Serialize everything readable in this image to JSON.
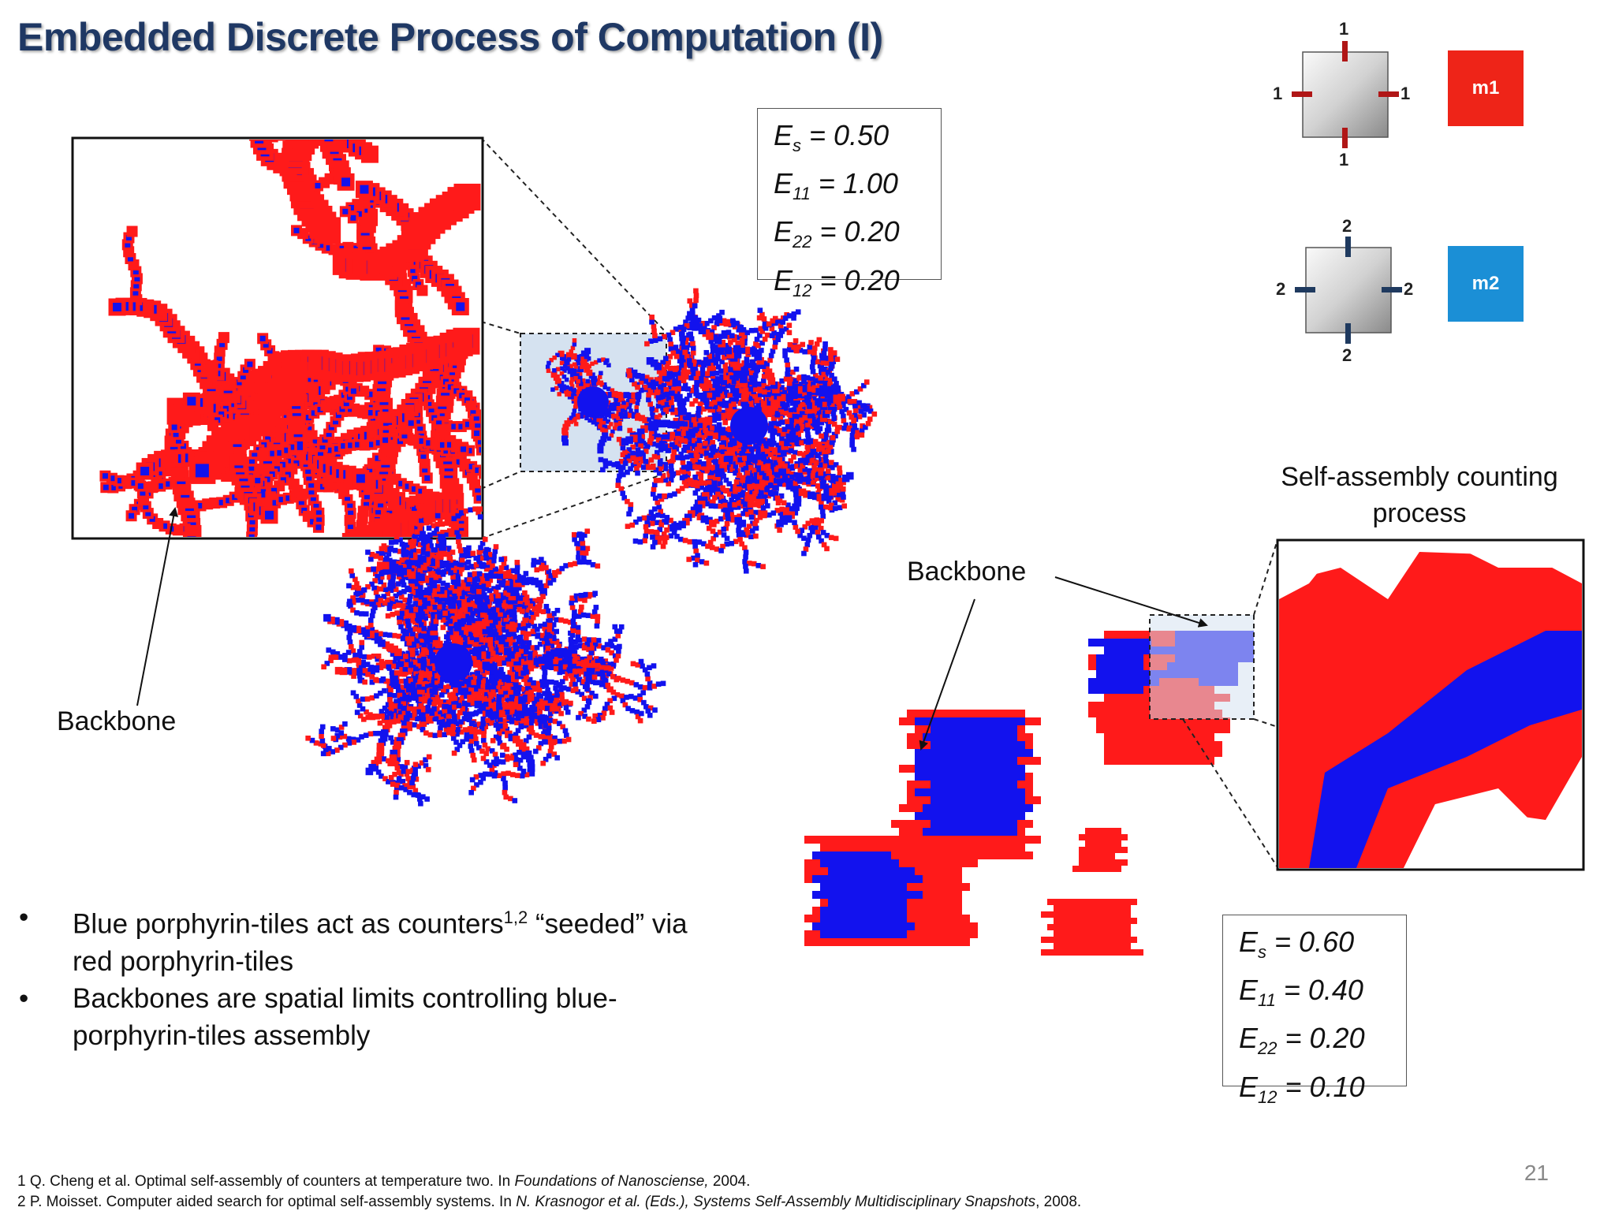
{
  "title": "Embedded Discrete Process of Computation (I)",
  "energy_box_1": {
    "lines": [
      {
        "sym": "E",
        "sub": "s",
        "val": " = 0.50"
      },
      {
        "sym": "E",
        "sub": "11",
        "val": " = 1.00"
      },
      {
        "sym": "E",
        "sub": "22",
        "val": " = 0.20"
      },
      {
        "sym": "E",
        "sub": "12",
        "val": " = 0.20"
      }
    ]
  },
  "energy_box_2": {
    "lines": [
      {
        "sym": "E",
        "sub": "s",
        "val": " = 0.60"
      },
      {
        "sym": "E",
        "sub": "11",
        "val": " = 0.40"
      },
      {
        "sym": "E",
        "sub": "22",
        "val": " = 0.20"
      },
      {
        "sym": "E",
        "sub": "12",
        "val": " = 0.10"
      }
    ]
  },
  "tile_m1": {
    "glue": "1",
    "label": "m1",
    "color": "#ee2418",
    "glue_color": "#b01616"
  },
  "tile_m2": {
    "glue": "2",
    "label": "m2",
    "color": "#1b8fd6",
    "glue_color": "#1f3a5f"
  },
  "labels": {
    "backbone_left": "Backbone",
    "backbone_right": "Backbone",
    "self_assembly_line1": "Self-assembly counting",
    "self_assembly_line2": "process"
  },
  "bullets": [
    {
      "marker": "•",
      "before": "Blue porphyrin-tiles act as counters",
      "sup": "1,2",
      "after": " “seeded” via",
      "cont": "red porphyrin-tiles"
    },
    {
      "marker": "•",
      "before": "Backbones are spatial limits controlling blue-",
      "sup": "",
      "after": "",
      "cont": "porphyrin-tiles assembly"
    }
  ],
  "footnotes": [
    {
      "plain": "1 Q. Cheng et al. Optimal self-assembly of counters at temperature two. In ",
      "italic": "Foundations of Nanosciense,",
      "tail": " 2004."
    },
    {
      "plain": "2 P. Moisset. Computer aided search for optimal self-assembly systems. In ",
      "italic": "N. Krasnogor et al. (Eds.), Systems Self-Assembly Multidisciplinary Snapshots",
      "tail": ", 2008."
    }
  ],
  "page_number": "21",
  "colors": {
    "red": "#ff1a1a",
    "blue": "#1212ee",
    "title": "#1f3864",
    "zoom_bg": "#d5e2f0"
  }
}
